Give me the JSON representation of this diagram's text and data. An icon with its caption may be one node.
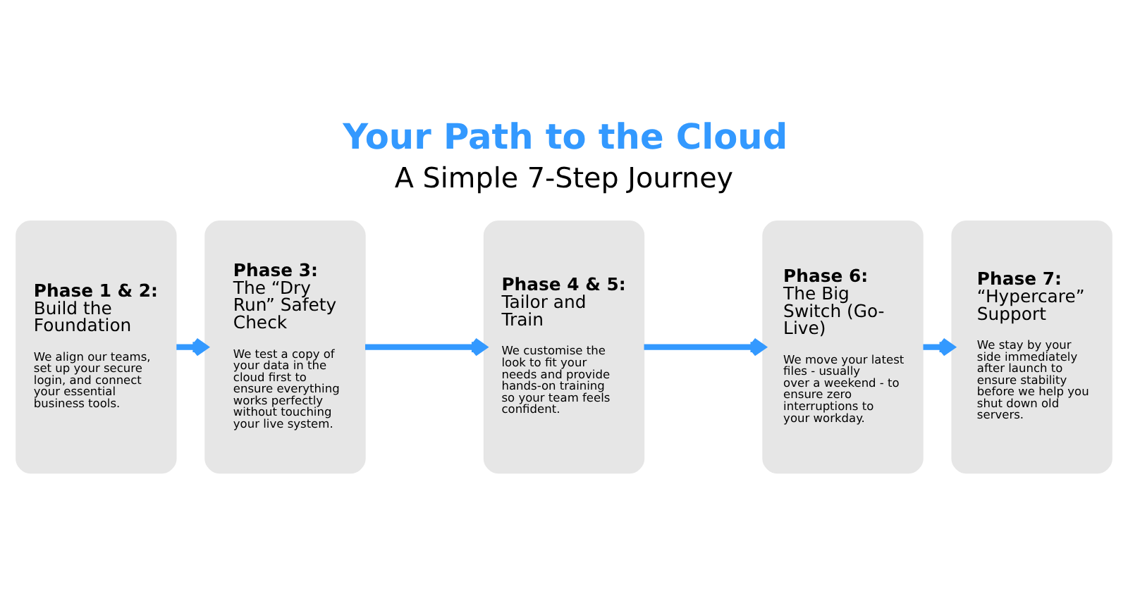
{
  "diagram": {
    "title": "Your Path to the Cloud",
    "nodes": [
      {
        "text": [
          "Phase 1 & 2:",
          "Build the Foundation",
          "We align our teams, set up your secure login, and connect your essential business tools."
        ]
      },
      {
        "text": [
          "Phase 3:",
          "The “Dry Run” Safety Check",
          "We test a copy of your data in the cloud first to ensure everything works perfectly without touching your live system."
        ]
      },
      {
        "text": [
          "Phase 4 & 5:",
          "Tailor and Train",
          "We customise the look to fit your needs and provide hands-on training so your team feels confident."
        ]
      },
      {
        "text": [
          "Phase 6:",
          "The Big Switch (Go-Live)",
          "We move your latest files - usually over a weekend - to ensure zero interruptions to your workday."
        ]
      },
      {
        "text": [
          "Phase 7:",
          "“Hypercare” Support",
          "We stay by your side immediately after launch to ensure stability before we help you shut down old servers."
        ]
      }
    ],
    "edges": [
      {
        "from": 0,
        "to": 1,
        "arrow": "to"
      },
      {
        "from": 1,
        "to": 2,
        "arrow": "to"
      },
      {
        "from": 2,
        "to": 3,
        "arrow": "to"
      },
      {
        "from": 3,
        "to": 4,
        "arrow": "to"
      }
    ],
    "labels": [
      "A Simple 7-Step Journey"
    ]
  }
}
